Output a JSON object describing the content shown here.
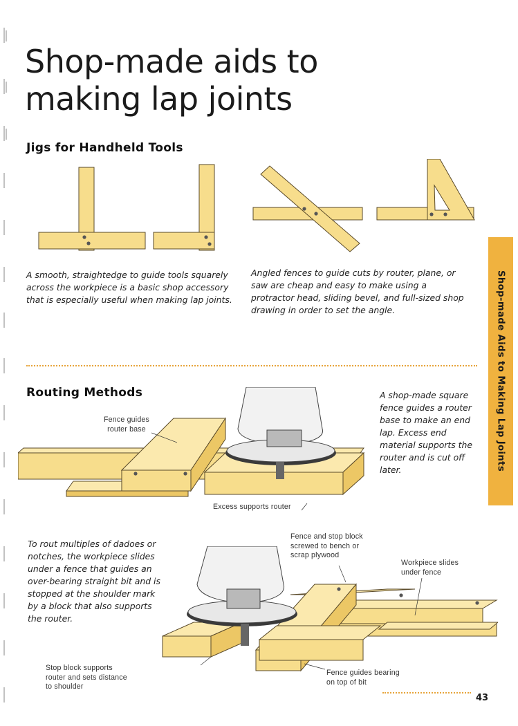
{
  "page": {
    "title": "Shop-made aids to\nmaking lap joints",
    "page_number": "43",
    "side_tab": "Shop-made Aids to Making Lap Joints"
  },
  "jigs": {
    "heading": "Jigs for Handheld Tools",
    "caption_square": "A smooth, straightedge to guide tools squarely across the workpiece is a basic shop accessory that is especially useful when making lap joints.",
    "caption_angled": "Angled fences to guide cuts by router, plane, or saw are cheap and easy to make using a protractor head, sliding bevel, and full-sized shop drawing in order to set the angle."
  },
  "routing": {
    "heading": "Routing Methods",
    "caption_end_lap": "A shop-made square fence guides a router base to make an end lap. Excess end material supports the router and is cut off later.",
    "label_fence_guides_base": "Fence guides\nrouter base",
    "label_excess_supports": "Excess supports router",
    "caption_multiples": "To rout multiples of dadoes or notches, the workpiece slides under a fence that guides an over-bearing straight bit and is stopped at the shoulder mark by a block that also supports the router.",
    "label_fence_stop_block": "Fence and stop block\nscrewed to bench or\nscrap plywood",
    "label_workpiece_slides": "Workpiece slides\nunder fence",
    "label_stop_block": "Stop block supports\nrouter and sets distance\nto shoulder",
    "label_fence_bearing": "Fence guides bearing\non top of bit"
  },
  "colors": {
    "wood": "#f7dd8c",
    "accent_tab": "#f0b23f",
    "rule": "#e7a43a"
  }
}
